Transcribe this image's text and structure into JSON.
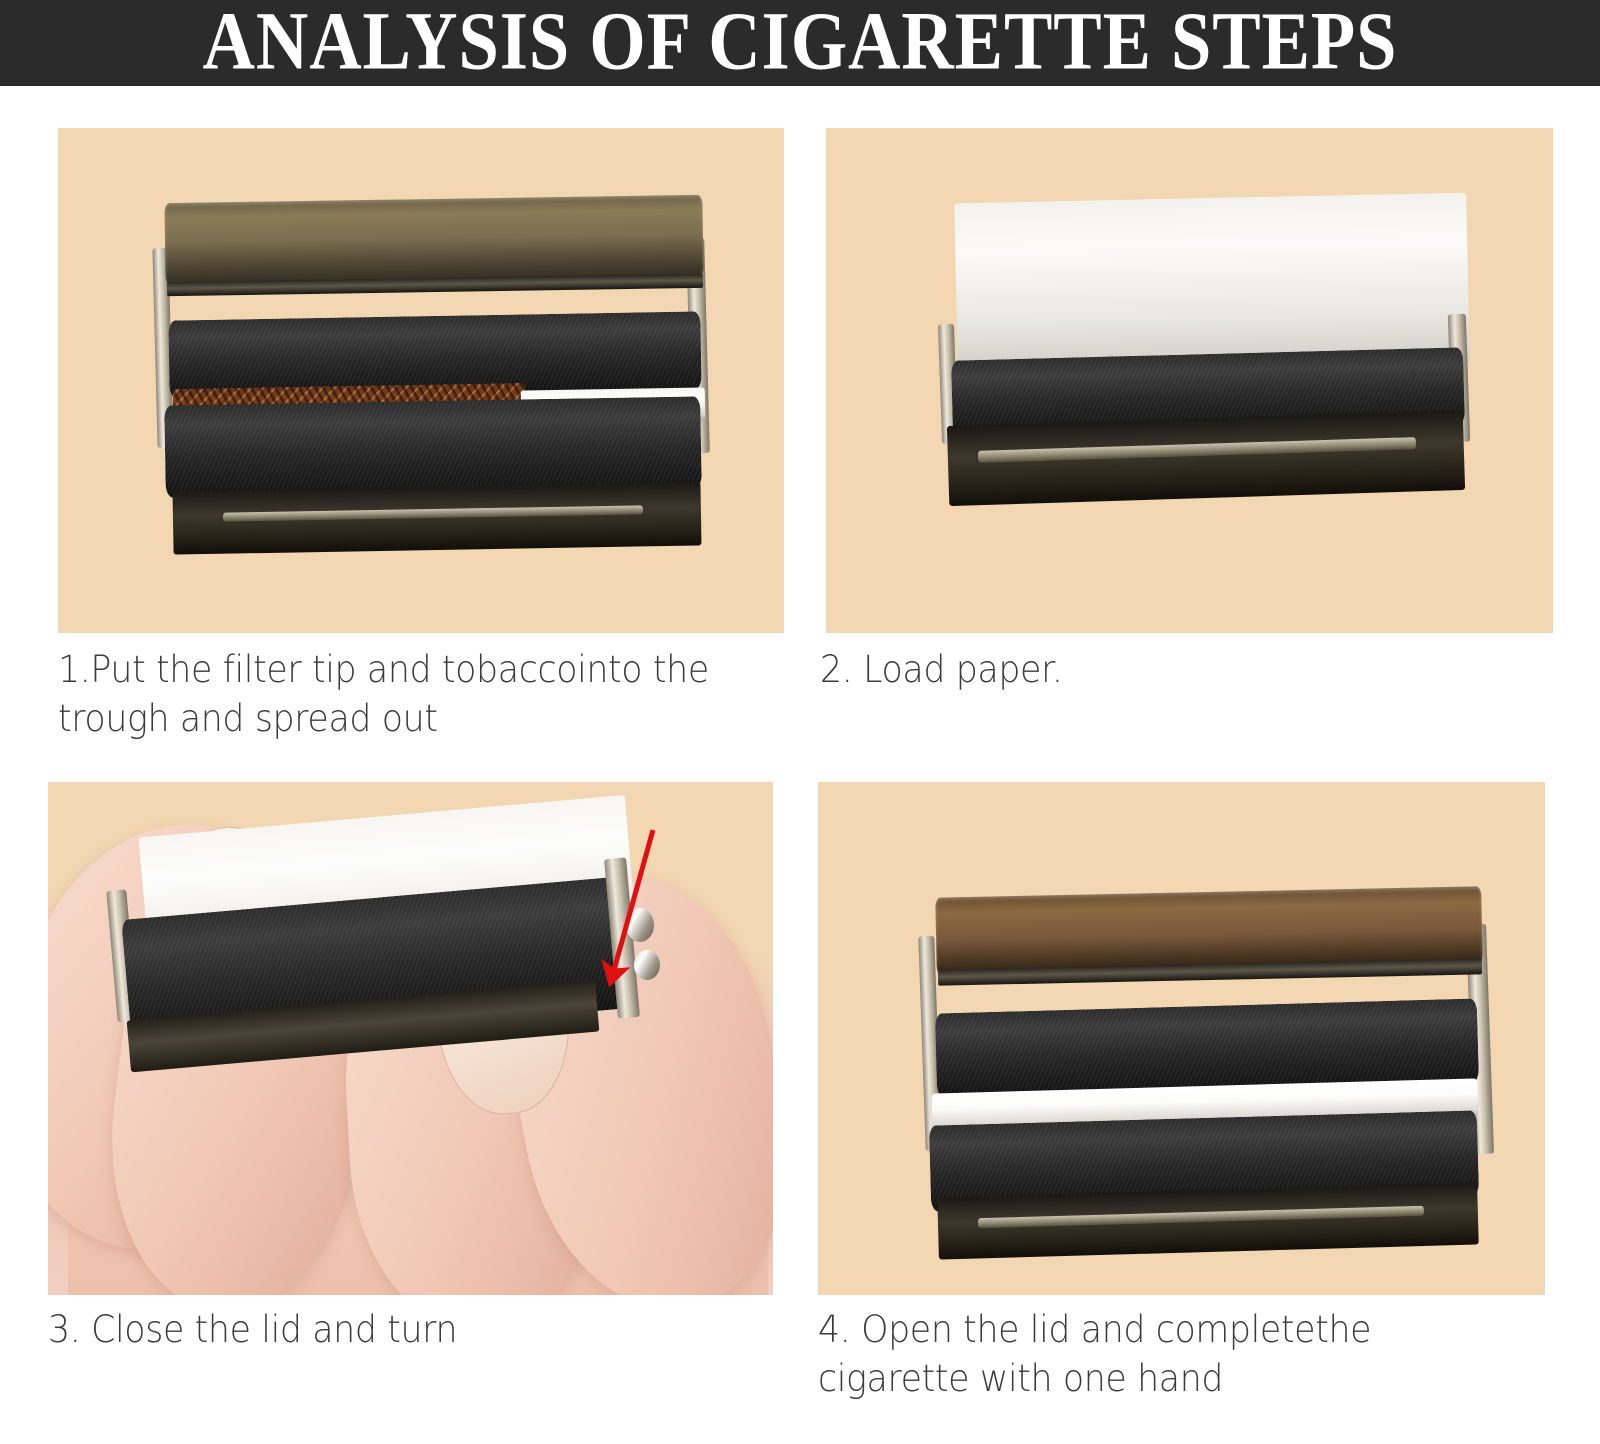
{
  "header": {
    "title": "ANALYSIS OF CIGARETTE STEPS",
    "background_color": "#2b2b2b",
    "text_color": "#ffffff"
  },
  "theme": {
    "panel_background": "#f2d7b2",
    "page_background": "#ffffff",
    "caption_color": "#3b3b3b",
    "arrow_color": "#e01010"
  },
  "steps": [
    {
      "number": "1",
      "caption": "1.Put the filter tip and tobaccointo the trough and spread out",
      "image_alt": "cigarette roller with lid open, tobacco and white filter tip laid in the trough"
    },
    {
      "number": "2",
      "caption": "2. Load paper.",
      "image_alt": "cigarette roller with a white rolling paper loaded over the black roller"
    },
    {
      "number": "3",
      "caption": "3. Close the lid and turn",
      "image_alt": "hand holding the roller, thumbs turning the black roller, red arrow indicating the rolling direction"
    },
    {
      "number": "4",
      "caption": "4. Open the lid and completethe cigarette with one hand",
      "image_alt": "roller with lid opened revealing the finished white cigarette between the rollers"
    }
  ]
}
